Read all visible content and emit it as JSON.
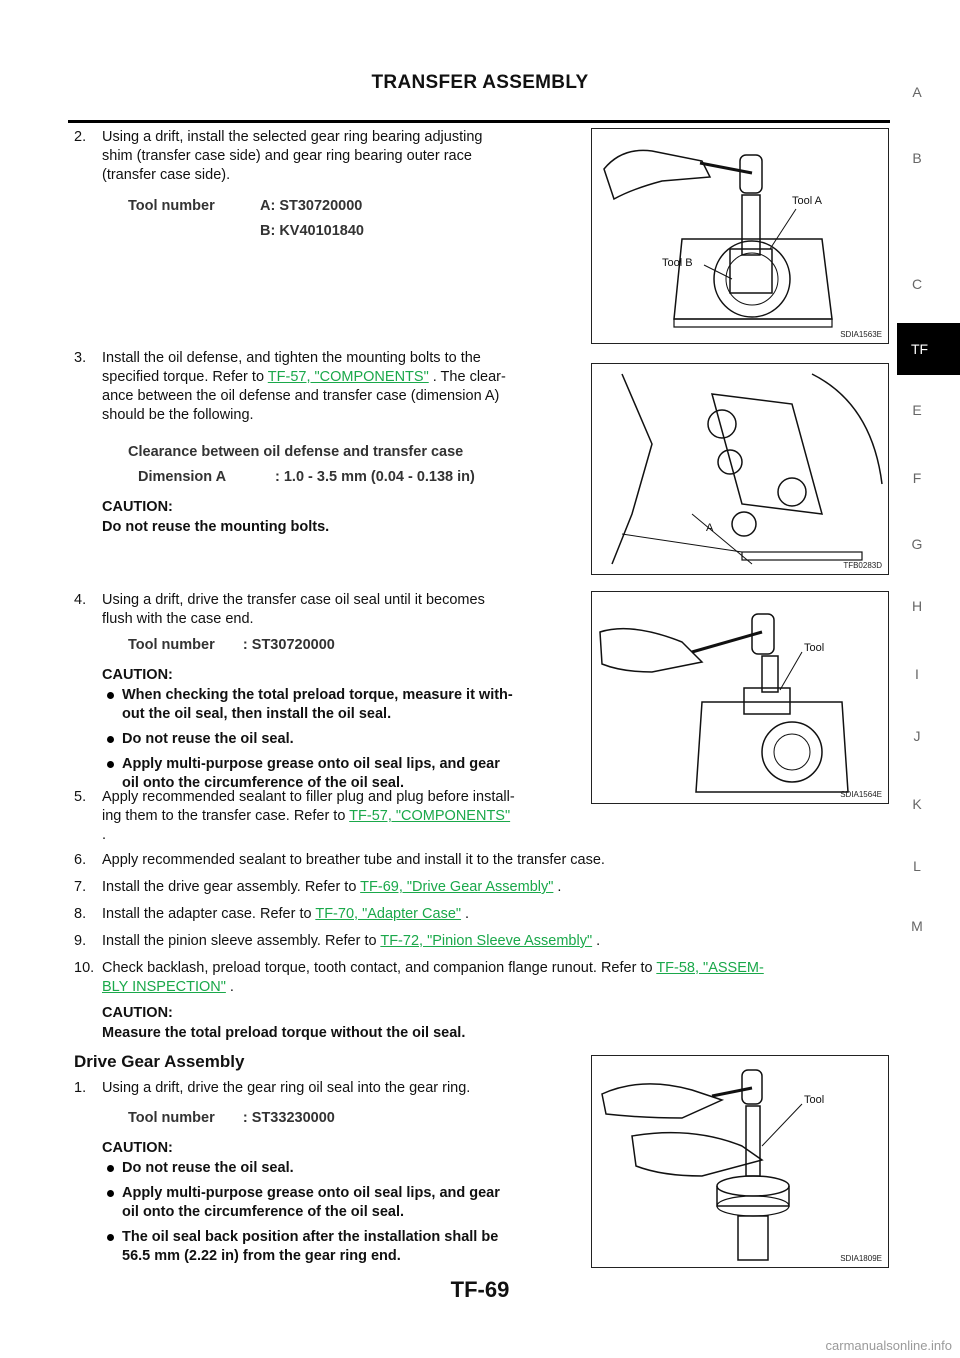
{
  "header": {
    "title": "TRANSFER ASSEMBLY"
  },
  "footer": {
    "page": "TF-69",
    "watermark": "carmanualsonline.info"
  },
  "sidenav": {
    "letters": [
      "A",
      "B",
      "C",
      "E",
      "F",
      "G",
      "H",
      "I",
      "J",
      "K",
      "L",
      "M"
    ],
    "active": "TF"
  },
  "steps": {
    "s2": {
      "num": "2.",
      "line1": "Using a drift, install the selected gear ring bearing adjusting",
      "line2": "shim (transfer case side) and gear ring bearing outer race",
      "line3": "(transfer case side).",
      "tool_label": "Tool number",
      "tool_a": "A: ST30720000",
      "tool_b": "B: KV40101840"
    },
    "s3": {
      "num": "3.",
      "line1": "Install the oil defense, and tighten the mounting bolts to the",
      "line2a": "specified torque. Refer to ",
      "link": "TF-57, \"COMPONENTS\"",
      "line2b": " . The clear-",
      "line3": "ance between the oil defense and transfer case (dimension A)",
      "line4": "should be the following.",
      "spec_title": "Clearance between oil defense and transfer case",
      "spec_label": "Dimension A",
      "spec_value": ": 1.0 - 3.5 mm (0.04 - 0.138 in)",
      "caution_h": "CAUTION:",
      "caution": "Do not reuse the mounting bolts."
    },
    "s4": {
      "num": "4.",
      "line1": "Using a drift, drive the transfer case oil seal until it becomes",
      "line2": "flush with the case end.",
      "tool": "Tool number       : ST30720000",
      "caution_h": "CAUTION:",
      "b1a": "When checking the total preload torque, measure it with-",
      "b1b": "out the oil seal, then install the oil seal.",
      "b2": "Do not reuse the oil seal.",
      "b3a": "Apply multi-purpose grease onto oil seal lips, and gear",
      "b3b": "oil onto the circumference of the oil seal."
    },
    "s5": {
      "num": "5.",
      "line1": "Apply recommended sealant to filler plug and plug before install-",
      "line2a": "ing them to the transfer case. Refer to ",
      "link": "TF-57, \"COMPONENTS\"",
      "line3": "."
    },
    "s6": {
      "num": "6.",
      "text": "Apply recommended sealant to breather tube and install it to the transfer case."
    },
    "s7": {
      "num": "7.",
      "text": "Install the drive gear assembly. Refer to ",
      "link": "TF-69, \"Drive Gear Assembly\"",
      "tail": " ."
    },
    "s8": {
      "num": "8.",
      "text": "Install the adapter case. Refer to ",
      "link": "TF-70, \"Adapter Case\"",
      "tail": " ."
    },
    "s9": {
      "num": "9.",
      "text": "Install the pinion sleeve assembly. Refer to ",
      "link": "TF-72, \"Pinion Sleeve Assembly\"",
      "tail": " ."
    },
    "s10": {
      "num": "10.",
      "text": "Check backlash, preload torque, tooth contact, and companion flange runout. Refer to ",
      "link1": "TF-58, \"ASSEM-",
      "link2": "BLY INSPECTION\"",
      "tail": " .",
      "caution_h": "CAUTION:",
      "caution": "Measure the total preload torque without the oil seal."
    }
  },
  "drive_gear": {
    "heading": "Drive Gear Assembly",
    "num": "1.",
    "text": "Using a drift, drive the gear ring oil seal into the gear ring.",
    "tool": "Tool number       : ST33230000",
    "caution_h": "CAUTION:",
    "b1": "Do not reuse the oil seal.",
    "b2a": "Apply multi-purpose grease onto oil seal lips, and gear",
    "b2b": "oil onto the circumference of the oil seal.",
    "b3a": "The oil seal back position after the installation shall be",
    "b3b": "56.5 mm (2.22 in) from the gear ring end."
  },
  "figures": {
    "f1": {
      "code": "SDIA1563E",
      "label_a": "Tool A",
      "label_b": "Tool B"
    },
    "f2": {
      "code": "TFB0283D",
      "label_a": "A"
    },
    "f3": {
      "code": "SDIA1564E",
      "label": "Tool"
    },
    "f4": {
      "code": "SDIA1809E",
      "label": "Tool"
    }
  }
}
